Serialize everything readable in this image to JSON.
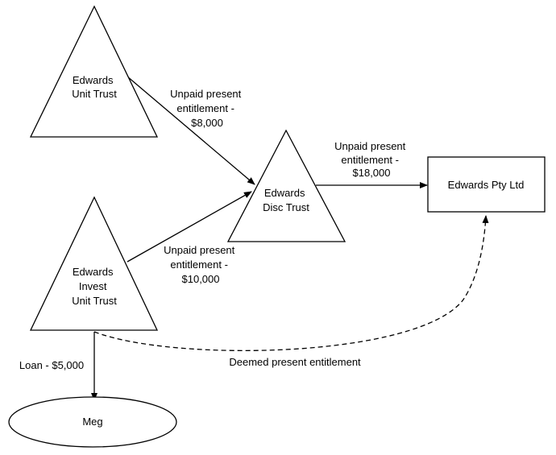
{
  "nodes": {
    "edwards_unit_trust": {
      "shape": "triangle",
      "lines": [
        "Edwards",
        "Unit Trust"
      ]
    },
    "edwards_disc_trust": {
      "shape": "triangle",
      "lines": [
        "Edwards",
        "Disc Trust"
      ]
    },
    "edwards_invest_unit_trust": {
      "shape": "triangle",
      "lines": [
        "Edwards",
        "Invest",
        "Unit Trust"
      ]
    },
    "edwards_pty_ltd": {
      "shape": "rectangle",
      "lines": [
        "Edwards Pty Ltd"
      ]
    },
    "meg": {
      "shape": "ellipse",
      "lines": [
        "Meg"
      ]
    }
  },
  "edges": {
    "unit_to_disc": {
      "from": "Edwards Unit Trust",
      "to": "Edwards Disc Trust",
      "style": "solid",
      "lines": [
        "Unpaid present",
        "entitlement -",
        "$8,000"
      ]
    },
    "invest_to_disc": {
      "from": "Edwards Invest Unit Trust",
      "to": "Edwards Disc Trust",
      "style": "solid",
      "lines": [
        "Unpaid present",
        "entitlement -",
        "$10,000"
      ]
    },
    "disc_to_pty": {
      "from": "Edwards Disc Trust",
      "to": "Edwards Pty Ltd",
      "style": "solid",
      "lines": [
        "Unpaid present",
        "entitlement -",
        "$18,000"
      ]
    },
    "invest_to_meg": {
      "from": "Edwards Invest Unit Trust",
      "to": "Meg",
      "style": "solid",
      "lines": [
        "Loan - $5,000"
      ]
    },
    "invest_to_pty_deemed": {
      "from": "Edwards Invest Unit Trust",
      "to": "Edwards Pty Ltd",
      "style": "dashed",
      "lines": [
        "Deemed present entitlement"
      ]
    }
  }
}
